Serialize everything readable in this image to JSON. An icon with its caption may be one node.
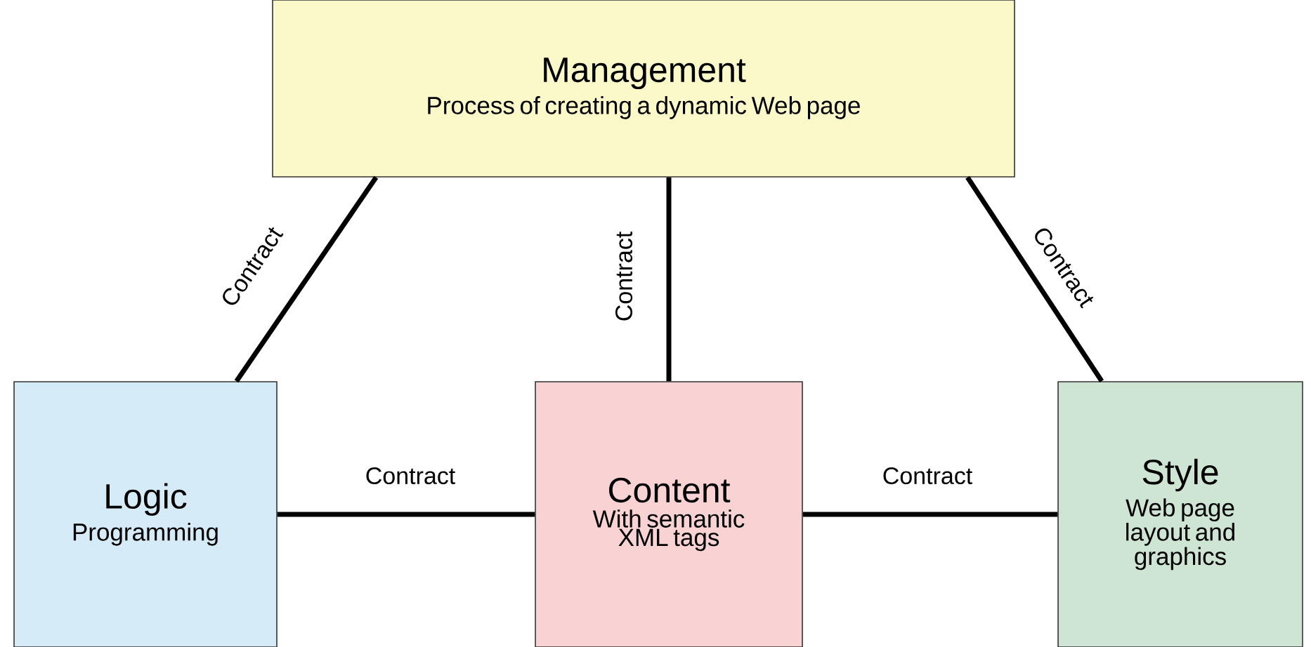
{
  "diagram": {
    "nodes": [
      {
        "text": [
          "Management",
          "Process of creating a dynamic Web page"
        ]
      },
      {
        "text": [
          "Logic",
          "Programming"
        ]
      },
      {
        "text": [
          "Content",
          "With semantic XML tags"
        ]
      },
      {
        "text": [
          "Style",
          "Web page layout and graphics"
        ]
      }
    ],
    "edges": [
      {
        "from": 0,
        "to": 1,
        "arrow": "none",
        "label": "Contract"
      },
      {
        "from": 0,
        "to": 2,
        "arrow": "none",
        "label": "Contract"
      },
      {
        "from": 0,
        "to": 3,
        "arrow": "none",
        "label": "Contract"
      },
      {
        "from": 1,
        "to": 2,
        "arrow": "none",
        "label": "Contract"
      },
      {
        "from": 2,
        "to": 3,
        "arrow": "none",
        "label": "Contract"
      }
    ]
  }
}
